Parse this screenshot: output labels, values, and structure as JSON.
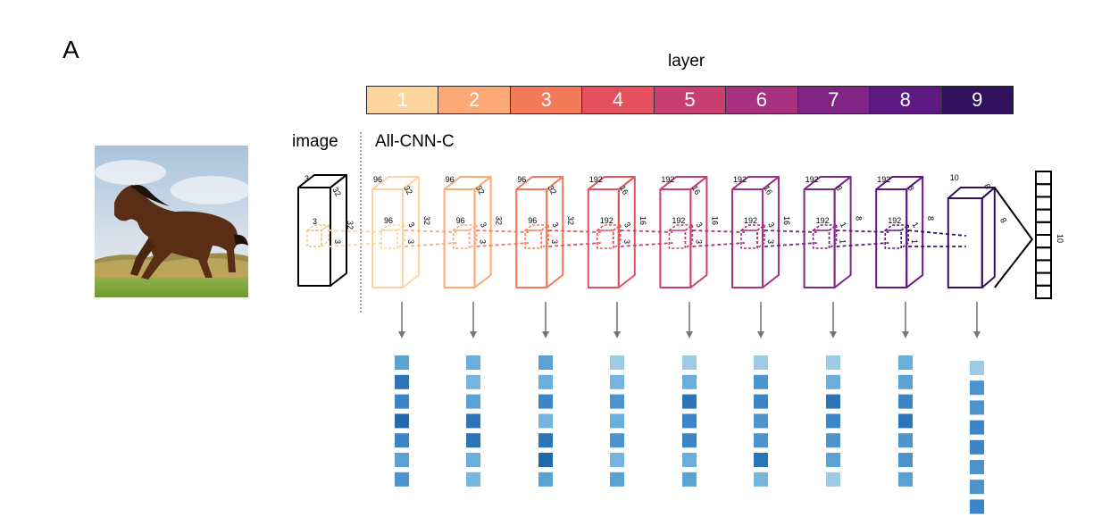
{
  "panel_label": "A",
  "layer_title": "layer",
  "image_label": "image",
  "network_label": "All-CNN-C",
  "layers": [
    {
      "label": "1",
      "color": "#fdd49e"
    },
    {
      "label": "2",
      "color": "#fca976"
    },
    {
      "label": "3",
      "color": "#f57a5a"
    },
    {
      "label": "4",
      "color": "#e4505e"
    },
    {
      "label": "5",
      "color": "#ca3f72"
    },
    {
      "label": "6",
      "color": "#a7307f"
    },
    {
      "label": "7",
      "color": "#802486"
    },
    {
      "label": "8",
      "color": "#5e1a82"
    },
    {
      "label": "9",
      "color": "#32115e"
    }
  ],
  "input_block": {
    "depth": "3",
    "width": "32",
    "height": "32",
    "kernel": "3",
    "kernel_w": "3"
  },
  "blocks": [
    {
      "depth": "96",
      "width": "32",
      "height": "32",
      "kdepth": "96",
      "kw": "3",
      "kh": "3"
    },
    {
      "depth": "96",
      "width": "32",
      "height": "32",
      "kdepth": "96",
      "kw": "3",
      "kh": "3"
    },
    {
      "depth": "96",
      "width": "32",
      "height": "32",
      "kdepth": "96",
      "kw": "3",
      "kh": "3"
    },
    {
      "depth": "192",
      "width": "16",
      "height": "16",
      "kdepth": "192",
      "kw": "3",
      "kh": "3"
    },
    {
      "depth": "192",
      "width": "16",
      "height": "16",
      "kdepth": "192",
      "kw": "3",
      "kh": "3"
    },
    {
      "depth": "192",
      "width": "16",
      "height": "16",
      "kdepth": "192",
      "kw": "3",
      "kh": "3"
    },
    {
      "depth": "192",
      "width": "8",
      "height": "8",
      "kdepth": "192",
      "kw": "1",
      "kh": "1"
    },
    {
      "depth": "192",
      "width": "8",
      "height": "8",
      "kdepth": "192",
      "kw": "1",
      "kh": "1"
    },
    {
      "depth": "10",
      "width": "8",
      "height": "8"
    }
  ],
  "output_size": "10",
  "arrow_color": "#777777",
  "feature_shades": [
    [
      "#5aa2d4",
      "#2a74b8",
      "#3a86c6",
      "#2268ad",
      "#3a86c6",
      "#5aa2d4",
      "#4b94cd"
    ],
    [
      "#6aaedb",
      "#78b5de",
      "#5aa2d4",
      "#2a74b8",
      "#2a74b8",
      "#6aaedb",
      "#78b5de"
    ],
    [
      "#5aa2d4",
      "#6aaedb",
      "#3a86c6",
      "#78b5de",
      "#2a74b8",
      "#2268ad",
      "#5aa2d4"
    ],
    [
      "#9dcbe6",
      "#78b5de",
      "#4b94cd",
      "#6aaedb",
      "#4b94cd",
      "#78b5de",
      "#5aa2d4"
    ],
    [
      "#9dcbe6",
      "#6aaedb",
      "#2a74b8",
      "#3a86c6",
      "#3a86c6",
      "#6aaedb",
      "#5aa2d4"
    ],
    [
      "#9dcbe6",
      "#4b94cd",
      "#3a86c6",
      "#4b94cd",
      "#4b94cd",
      "#2a74b8",
      "#78b5de"
    ],
    [
      "#9dcbe6",
      "#6aaedb",
      "#2a74b8",
      "#3a86c6",
      "#4b94cd",
      "#5aa2d4",
      "#9dcbe6"
    ],
    [
      "#6aaedb",
      "#5aa2d4",
      "#3a86c6",
      "#2a74b8",
      "#4b94cd",
      "#4b94cd",
      "#5aa2d4"
    ],
    [
      "#9dcbe6",
      "#4b94cd",
      "#4b94cd",
      "#3a86c6",
      "#3a86c6",
      "#4b94cd",
      "#4b94cd",
      "#3a86c6"
    ]
  ]
}
